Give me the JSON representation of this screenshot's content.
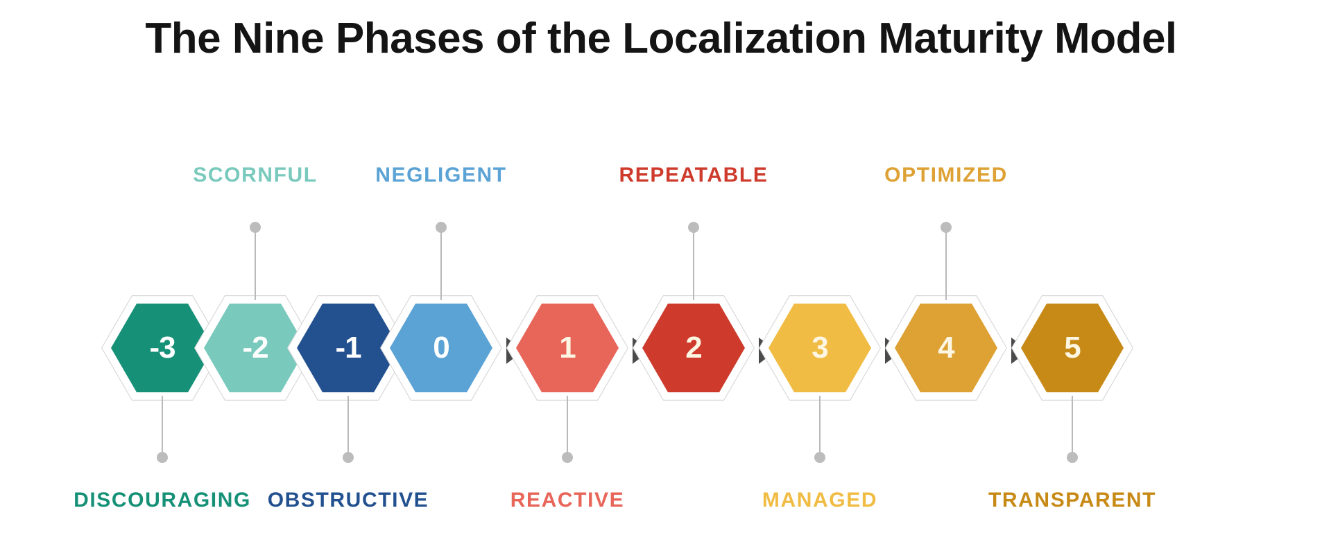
{
  "title": "The Nine Phases of the Localization Maturity Model",
  "colors": {
    "background": "#ffffff",
    "title": "#141414",
    "connector_line": "#b9b9b9",
    "connector_dot": "#bcbcbc",
    "arrow": "#4a4a4a",
    "hex_outline": "#d8d8d8"
  },
  "diagram": {
    "type": "process-flow-hexagons",
    "phase_count": 9,
    "phases": [
      {
        "number": "-3",
        "name": "DISCOURAGING",
        "fill": "#169178",
        "label_color": "#169178",
        "label_position": "bottom",
        "number_color": "#ffffff"
      },
      {
        "number": "-2",
        "name": "SCORNFUL",
        "fill": "#79c9bd",
        "label_color": "#79c9bd",
        "label_position": "top",
        "number_color": "#ffffff"
      },
      {
        "number": "-1",
        "name": "OBSTRUCTIVE",
        "fill": "#23518f",
        "label_color": "#23518f",
        "label_position": "bottom",
        "number_color": "#ffffff"
      },
      {
        "number": "0",
        "name": "NEGLIGENT",
        "fill": "#5ba3d5",
        "label_color": "#5ba3d5",
        "label_position": "top",
        "number_color": "#ffffff"
      },
      {
        "number": "1",
        "name": "REACTIVE",
        "fill": "#e86559",
        "label_color": "#e86559",
        "label_position": "bottom",
        "number_color": "#fdf6e3"
      },
      {
        "number": "2",
        "name": "REPEATABLE",
        "fill": "#ce3b2c",
        "label_color": "#ce3b2c",
        "label_position": "top",
        "number_color": "#fdf6e3"
      },
      {
        "number": "3",
        "name": "MANAGED",
        "fill": "#f0bc44",
        "label_color": "#f0bc44",
        "label_position": "bottom",
        "number_color": "#fdf6e3"
      },
      {
        "number": "4",
        "name": "OPTIMIZED",
        "fill": "#dda134",
        "label_color": "#dda134",
        "label_position": "top",
        "number_color": "#fdf6e3"
      },
      {
        "number": "5",
        "name": "TRANSPARENT",
        "fill": "#c78a16",
        "label_color": "#c78a16",
        "label_position": "bottom",
        "number_color": "#fdf6e3"
      }
    ],
    "arrows_between": [
      {
        "after_phase": "0"
      },
      {
        "after_phase": "1"
      },
      {
        "after_phase": "2"
      },
      {
        "after_phase": "3"
      },
      {
        "after_phase": "4"
      }
    ]
  }
}
